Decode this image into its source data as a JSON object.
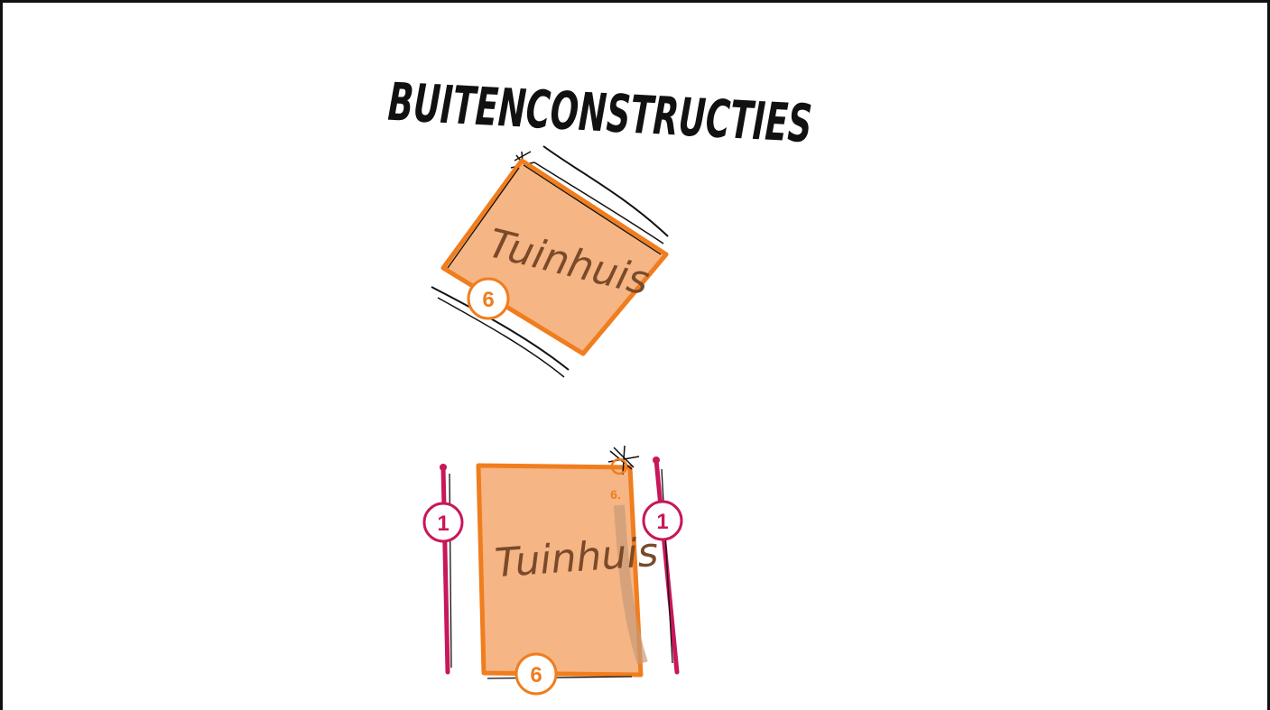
{
  "title": "BUITENCONSTRUCTIES",
  "colors": {
    "orange": "#f07d1e",
    "orange_fill": "#f5b584",
    "magenta": "#c8175a",
    "ink": "#111111",
    "pencil": "#7a4a2a"
  },
  "diagram_top": {
    "house_label": "Tuinhuis",
    "marker_label": "6"
  },
  "diagram_bottom": {
    "house_label": "Tuinhuis",
    "corner_marker_label": "6.",
    "bottom_marker_label": "6",
    "left_marker_label": "1",
    "right_marker_label": "1"
  }
}
